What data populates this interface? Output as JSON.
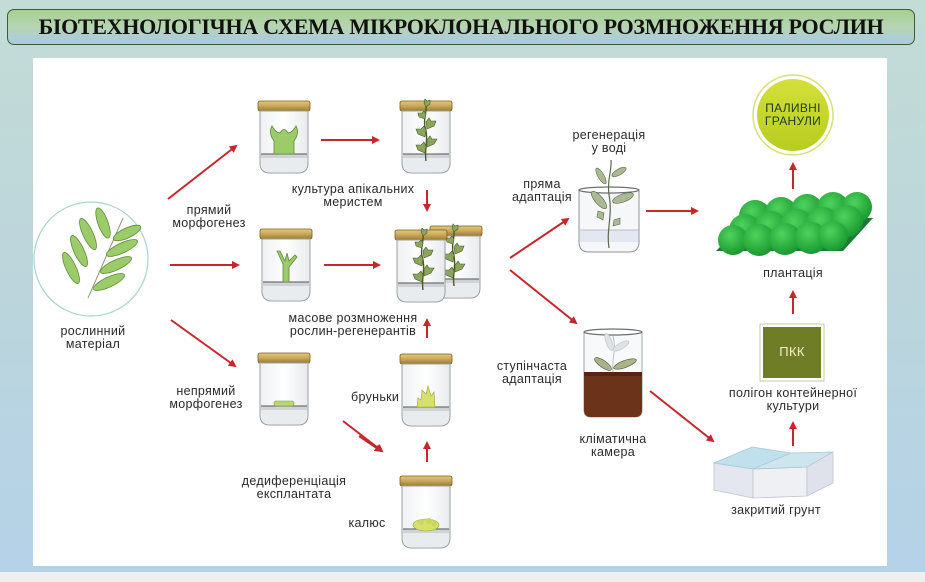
{
  "title": "БІОТЕХНОЛОГІЧНА СХЕМА МІКРОКЛОНАЛЬНОГО РОЗМНОЖЕННЯ РОСЛИН",
  "colors": {
    "arrow": "#c6262c",
    "leaf": "#9ccc6a",
    "lid": "#c9a85a",
    "soil": "#6b3319",
    "plantation": "#21a83a",
    "pkk_box": "#6f7d26",
    "fuel_circle": "#c5d629"
  },
  "nodes": {
    "plant_material": {
      "lines": [
        "рослинний",
        "матеріал"
      ]
    },
    "direct_morphogenesis": {
      "lines": [
        "прямий",
        "морфогенез"
      ]
    },
    "indirect_morphogenesis": {
      "lines": [
        "непрямий",
        "морфогенез"
      ]
    },
    "apical_meristem_culture": {
      "lines": [
        "культура апікальних",
        "меристем"
      ]
    },
    "mass_propagation": {
      "lines": [
        "масове розмноження",
        "рослин-регенерантів"
      ]
    },
    "buds": {
      "lines": [
        "бруньки"
      ]
    },
    "explant_dedifferentiation": {
      "lines": [
        "дедиференціація",
        "експлантата"
      ]
    },
    "callus": {
      "lines": [
        "калюс"
      ]
    },
    "water_regeneration": {
      "lines": [
        "регенерація",
        "у воді"
      ]
    },
    "direct_adaptation": {
      "lines": [
        "пряма",
        "адаптація"
      ]
    },
    "stepwise_adaptation": {
      "lines": [
        "ступінчаста",
        "адаптація"
      ]
    },
    "climate_chamber": {
      "lines": [
        "кліматична",
        "камера"
      ]
    },
    "fuel_pellets": {
      "lines": [
        "ПАЛИВНІ",
        "ГРАНУЛИ"
      ]
    },
    "plantation": {
      "lines": [
        "плантація"
      ]
    },
    "pkk": {
      "label": "ПКК"
    },
    "container_polygon": {
      "lines": [
        "полігон контейнерної",
        "культури"
      ]
    },
    "greenhouse": {
      "lines": [
        "закритий грунт"
      ]
    }
  }
}
